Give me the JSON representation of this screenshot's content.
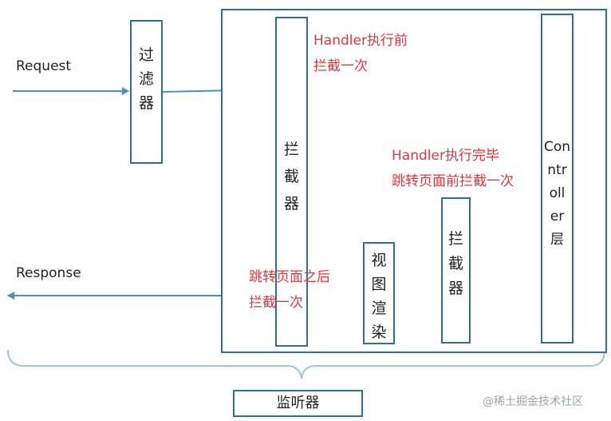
{
  "labels": {
    "request": "Request",
    "response": "Response",
    "filter": [
      "过",
      "滤",
      "器"
    ],
    "interceptor_main": [
      "拦",
      "截",
      "器"
    ],
    "controller": [
      "Con",
      "ntr",
      "oll",
      "er",
      "层"
    ],
    "interceptor_small": [
      "拦",
      "截",
      "器"
    ],
    "view": [
      "视",
      "图",
      "渲",
      "染"
    ],
    "listener": "监听器"
  },
  "annotations": {
    "before_handler": [
      "Handler执行前",
      "拦截一次"
    ],
    "after_handler": [
      "Handler执行完毕",
      "跳转页面前拦截一次"
    ],
    "after_view": [
      "跳转页面之后",
      "拦截一次"
    ]
  },
  "watermark": "@稀土掘金技术社区",
  "colors": {
    "border": "#2e6f98",
    "arrow": "#4a90c8",
    "brace": "#9cc3e0",
    "red": "#e8343a",
    "text": "#222222"
  }
}
